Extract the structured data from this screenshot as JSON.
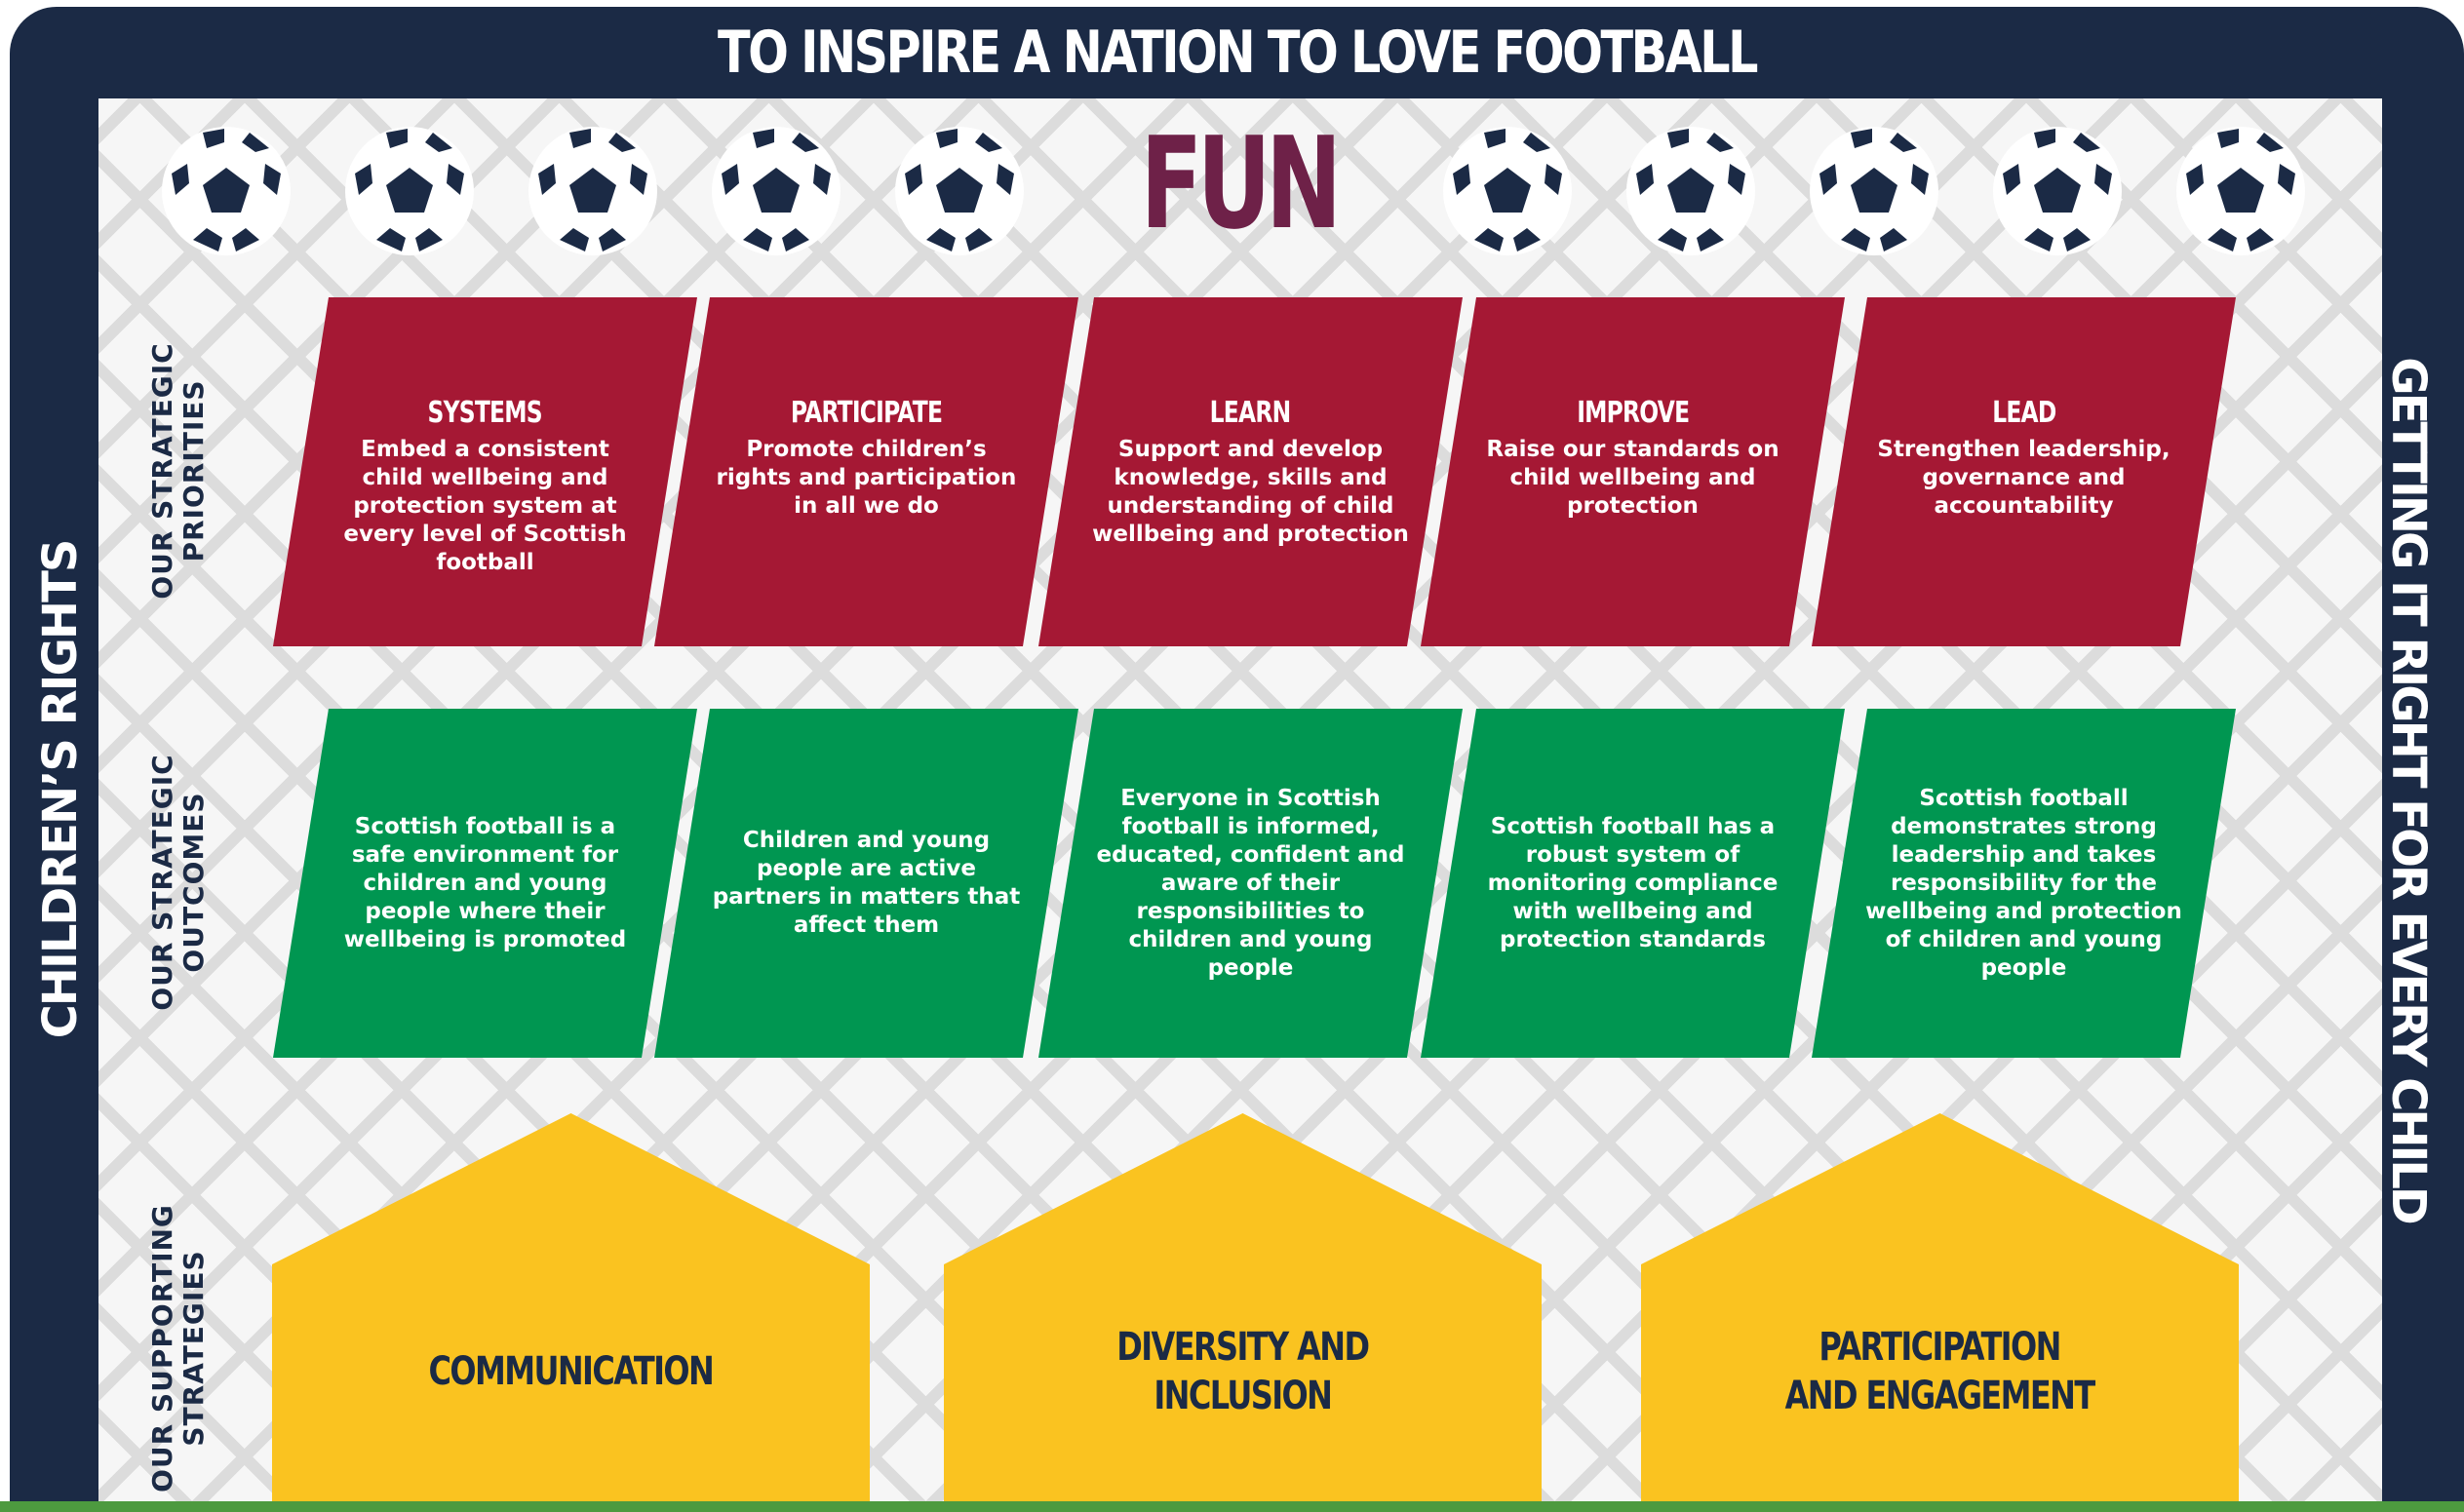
{
  "header": {
    "title": "TO INSPIRE A NATION TO LOVE FOOTBALL"
  },
  "sides": {
    "left": "CHILDREN’S RIGHTS",
    "right": "GETTING IT RIGHT FOR EVERY CHILD"
  },
  "center_word": "FUN",
  "row_labels": {
    "priorities": "OUR STRATEGIC\nPRIORITIES",
    "outcomes": "OUR STRATEGIC\nOUTCOMES",
    "strategies": "OUR SUPPORTING\nSTRATEGIES"
  },
  "priorities": [
    {
      "title": "SYSTEMS",
      "text": "Embed a consistent child wellbeing and protection system at every level of Scottish football"
    },
    {
      "title": "PARTICIPATE",
      "text": "Promote children’s rights and participation in all we do"
    },
    {
      "title": "LEARN",
      "text": "Support and develop knowledge, skills and understanding of child wellbeing and protection"
    },
    {
      "title": "IMPROVE",
      "text": "Raise our standards on child wellbeing and protection"
    },
    {
      "title": "LEAD",
      "text": "Strengthen leadership, governance and accountability"
    }
  ],
  "outcomes": [
    "Scottish football is a safe environment for children and young people where their wellbeing is promoted",
    "Children and young people are active partners in matters that affect them",
    "Everyone in Scottish football is informed, educated, confident and aware of their responsibilities to children and young people",
    "Scottish football has a robust system of monitoring compliance with wellbeing and protection standards",
    "Scottish football demonstrates strong leadership and takes responsibility for the wellbeing and protection of children and young people"
  ],
  "strategies": [
    "COMMUNICATION",
    "DIVERSITY AND\nINCLUSION",
    "PARTICIPATION\nAND ENGAGEMENT"
  ],
  "icons": {
    "ball": "football-icon"
  },
  "colors": {
    "navy": "#1b2a45",
    "priority_red": "#a51834",
    "outcome_green": "#009651",
    "strategy_yellow": "#fac320",
    "fun_maroon": "#6e2148"
  }
}
